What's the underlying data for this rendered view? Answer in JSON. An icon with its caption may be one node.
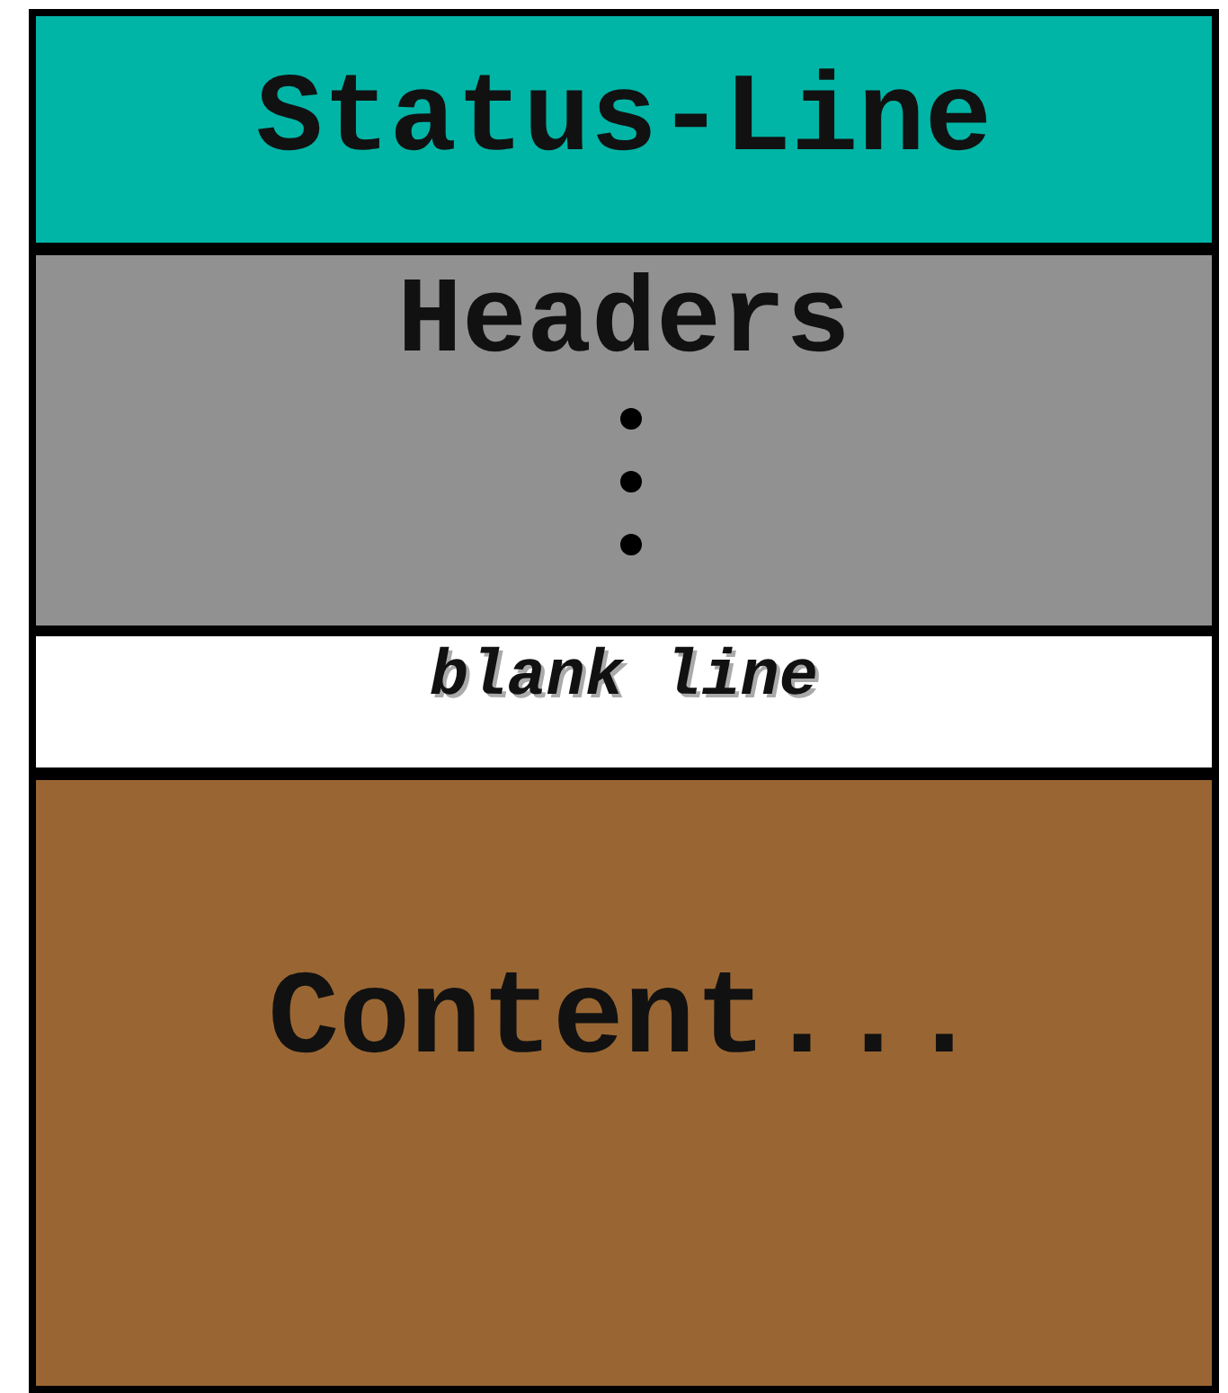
{
  "diagram": {
    "nodes": [
      {
        "text": [
          "Status-Line"
        ]
      },
      {
        "text": [
          "Headers"
        ]
      },
      {
        "text": [
          "blank line"
        ]
      },
      {
        "text": [
          "Content..."
        ]
      }
    ]
  }
}
